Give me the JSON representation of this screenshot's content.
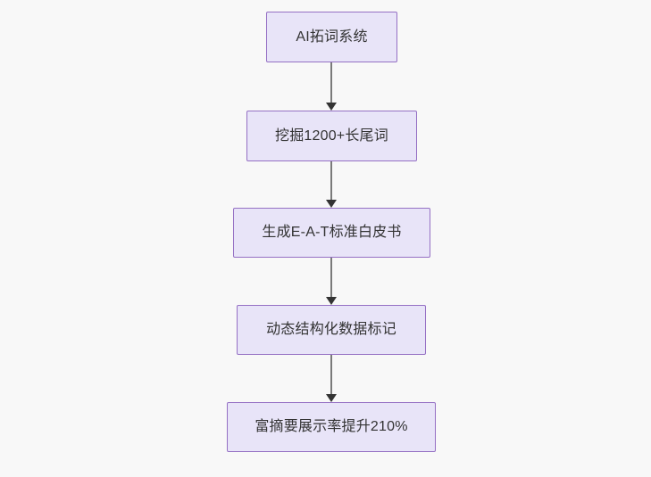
{
  "diagram": {
    "type": "flowchart",
    "orientation": "top-to-bottom",
    "background_color": "#f8f8f8",
    "node_fill_color": "#e8e4f8",
    "node_border_color": "#9570c4",
    "node_text_color": "#333333",
    "connector_line_color": "#7a7a7a",
    "connector_arrow_color": "#333333",
    "nodes": [
      {
        "id": "node-1",
        "label": "AI拓词系统"
      },
      {
        "id": "node-2",
        "label": "挖掘1200+长尾词"
      },
      {
        "id": "node-3",
        "label": "生成E-A-T标准白皮书"
      },
      {
        "id": "node-4",
        "label": "动态结构化数据标记"
      },
      {
        "id": "node-5",
        "label": "富摘要展示率提升210%"
      }
    ],
    "connectors": [
      {
        "id": "conn-1",
        "from": "node-1",
        "to": "node-2",
        "arrow": "down-arrow"
      },
      {
        "id": "conn-2",
        "from": "node-2",
        "to": "node-3",
        "arrow": "down-arrow"
      },
      {
        "id": "conn-3",
        "from": "node-3",
        "to": "node-4",
        "arrow": "down-arrow"
      },
      {
        "id": "conn-4",
        "from": "node-4",
        "to": "node-5",
        "arrow": "down-arrow"
      }
    ]
  }
}
